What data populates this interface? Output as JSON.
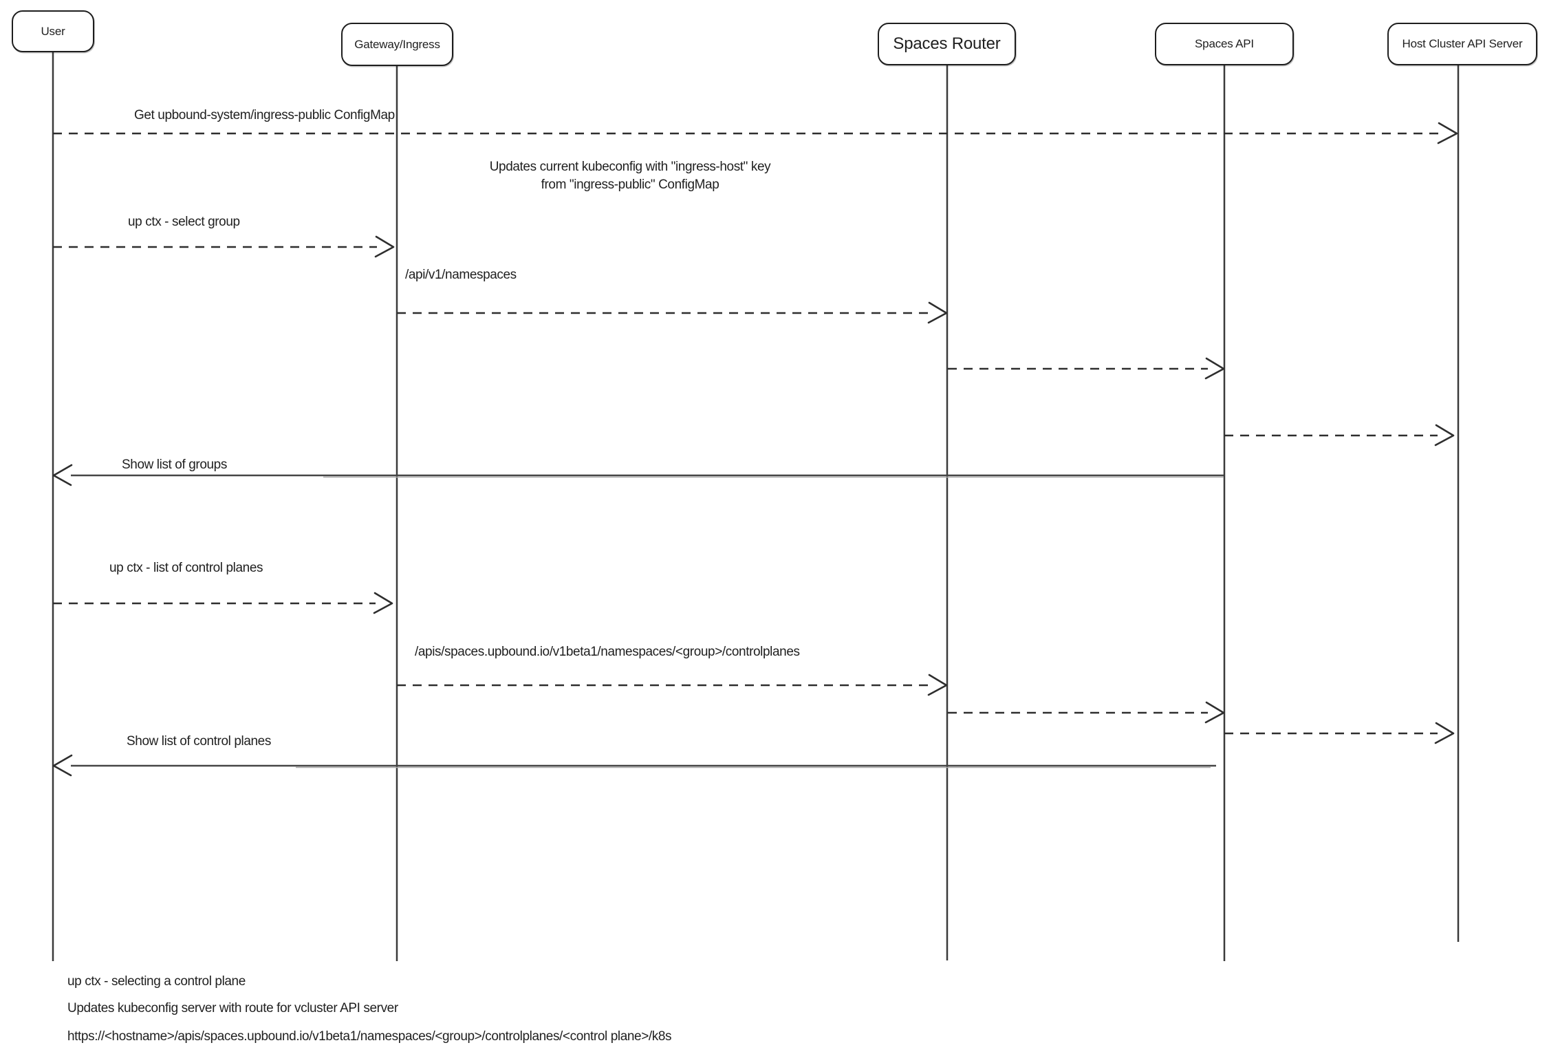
{
  "diagram": {
    "type": "sequence",
    "background": "#ffffff",
    "colors": {
      "line": "#3a3a3a",
      "dashed_line": "#2e2e2e",
      "text": "#1f1f1f",
      "box_border": "#1e1e1e"
    },
    "actors": [
      {
        "id": "user",
        "label": "User"
      },
      {
        "id": "gateway-ingress",
        "label": "Gateway/Ingress"
      },
      {
        "id": "spaces-router",
        "label": "Spaces Router"
      },
      {
        "id": "spaces-api",
        "label": "Spaces API"
      },
      {
        "id": "host-cluster-api-server",
        "label": "Host Cluster API Server"
      }
    ],
    "note": {
      "line1": "Updates current kubeconfig with \"ingress-host\" key",
      "line2": "from \"ingress-public\" ConfigMap"
    },
    "messages": [
      {
        "from": "user",
        "to": "host-cluster-api-server",
        "style": "dashed",
        "label": "Get upbound-system/ingress-public ConfigMap"
      },
      {
        "from": "user",
        "to": "gateway-ingress",
        "style": "dashed",
        "label": "up ctx - select group"
      },
      {
        "from": "gateway-ingress",
        "to": "spaces-router",
        "style": "dashed",
        "label": "/api/v1/namespaces"
      },
      {
        "from": "spaces-router",
        "to": "spaces-api",
        "style": "dashed",
        "label": ""
      },
      {
        "from": "spaces-api",
        "to": "host-cluster-api-server",
        "style": "dashed",
        "label": ""
      },
      {
        "from": "spaces-api",
        "to": "user",
        "style": "solid",
        "label": "Show list of groups"
      },
      {
        "from": "user",
        "to": "gateway-ingress",
        "style": "dashed",
        "label": "up ctx - list of control planes"
      },
      {
        "from": "gateway-ingress",
        "to": "spaces-router",
        "style": "dashed",
        "label": "/apis/spaces.upbound.io/v1beta1/namespaces/<group>/controlplanes"
      },
      {
        "from": "spaces-router",
        "to": "spaces-api",
        "style": "dashed",
        "label": ""
      },
      {
        "from": "spaces-api",
        "to": "host-cluster-api-server",
        "style": "dashed",
        "label": ""
      },
      {
        "from": "spaces-api",
        "to": "user",
        "style": "solid",
        "label": "Show list of control planes"
      }
    ],
    "footer": {
      "line1": "up ctx - selecting a control plane",
      "line2": "Updates kubeconfig server with route for vcluster API server",
      "line3": "https://<hostname>/apis/spaces.upbound.io/v1beta1/namespaces/<group>/controlplanes/<control plane>/k8s"
    }
  }
}
